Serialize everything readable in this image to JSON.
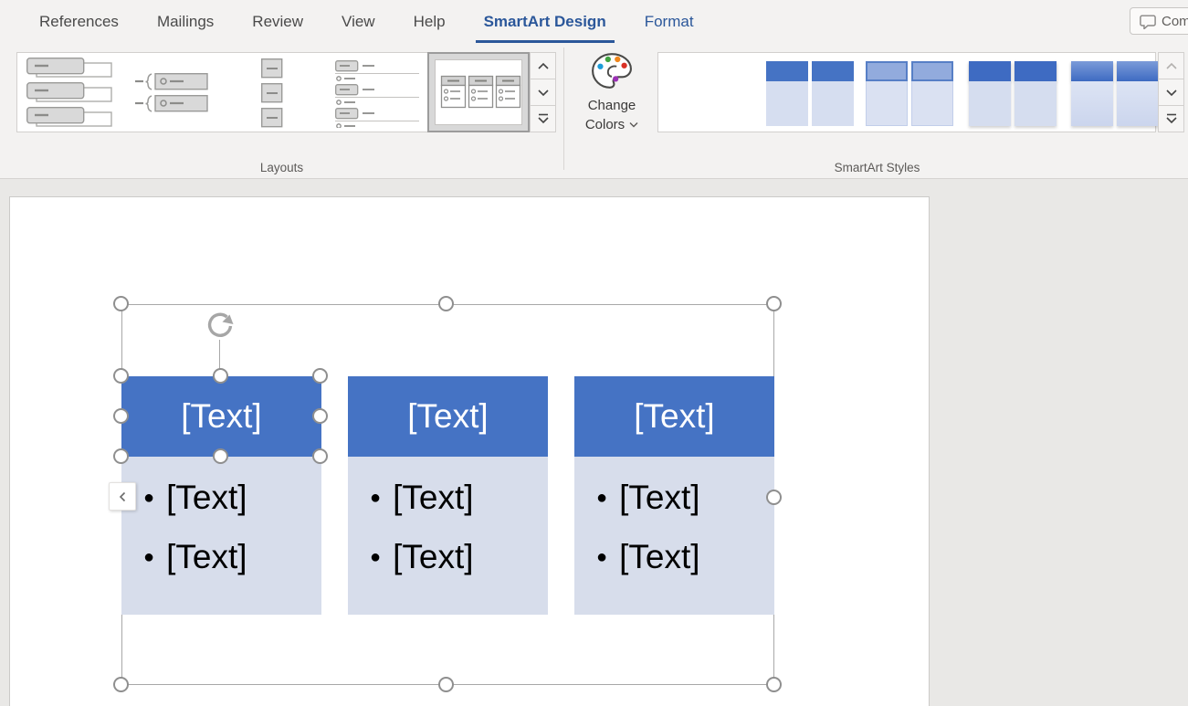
{
  "tab_bar": {
    "tabs": [
      {
        "label": "References",
        "state": "normal"
      },
      {
        "label": "Mailings",
        "state": "normal"
      },
      {
        "label": "Review",
        "state": "normal"
      },
      {
        "label": "View",
        "state": "normal"
      },
      {
        "label": "Help",
        "state": "normal"
      },
      {
        "label": "SmartArt Design",
        "state": "active-contextual"
      },
      {
        "label": "Format",
        "state": "contextual"
      }
    ],
    "comments_button": {
      "label": "Comm",
      "icon": "comment-icon"
    }
  },
  "ribbon": {
    "layouts_group": {
      "label": "Layouts",
      "gallery_items": [
        {
          "name": "lined-list-layout",
          "selected": false
        },
        {
          "name": "bracket-list-layout",
          "selected": false
        },
        {
          "name": "vertical-box-list-layout",
          "selected": false
        },
        {
          "name": "header-list-layout",
          "selected": false
        },
        {
          "name": "column-list-layout",
          "selected": true
        }
      ],
      "scroll_buttons": [
        "scroll-up",
        "scroll-down",
        "more-styles"
      ]
    },
    "change_colors_button": {
      "label_line1": "Change",
      "label_line2": "Colors",
      "icon": "palette-icon",
      "has_dropdown": true
    },
    "styles_group": {
      "label": "SmartArt Styles",
      "gallery_items": [
        {
          "name": "simple-fill-style",
          "selected": true
        },
        {
          "name": "simple-fill-style-2",
          "selected": false
        },
        {
          "name": "outline-subtle-style",
          "selected": false
        },
        {
          "name": "moderate-effect-style",
          "selected": false
        },
        {
          "name": "intense-effect-style",
          "selected": false
        }
      ],
      "scroll_buttons": [
        "scroll-up",
        "scroll-down",
        "more-styles"
      ]
    }
  },
  "document": {
    "smartart": {
      "bullet_char": "●",
      "columns": [
        {
          "header": "[Text]",
          "bullets": [
            "[Text]",
            "[Text]"
          ]
        },
        {
          "header": "[Text]",
          "bullets": [
            "[Text]",
            "[Text]"
          ]
        },
        {
          "header": "[Text]",
          "bullets": [
            "[Text]",
            "[Text]"
          ]
        }
      ]
    }
  },
  "icons": {
    "comment": "speech-bubble-outline",
    "change_colors": "artist-palette-with-color-dots",
    "dropdown": "chevron-down",
    "rotate_handle": "circular-arrow-clockwise",
    "text_pane_toggle": "chevron-left",
    "scroll_up": "chevron-up",
    "scroll_down": "chevron-down",
    "scroll_more": "chevron-down-with-bar"
  },
  "colors": {
    "accent_blue": "#4573C4",
    "body_light_blue": "#D7DDEB",
    "tab_active_blue": "#2B579A",
    "ribbon_bg": "#F3F2F1",
    "doc_bg": "#E9E8E6"
  }
}
